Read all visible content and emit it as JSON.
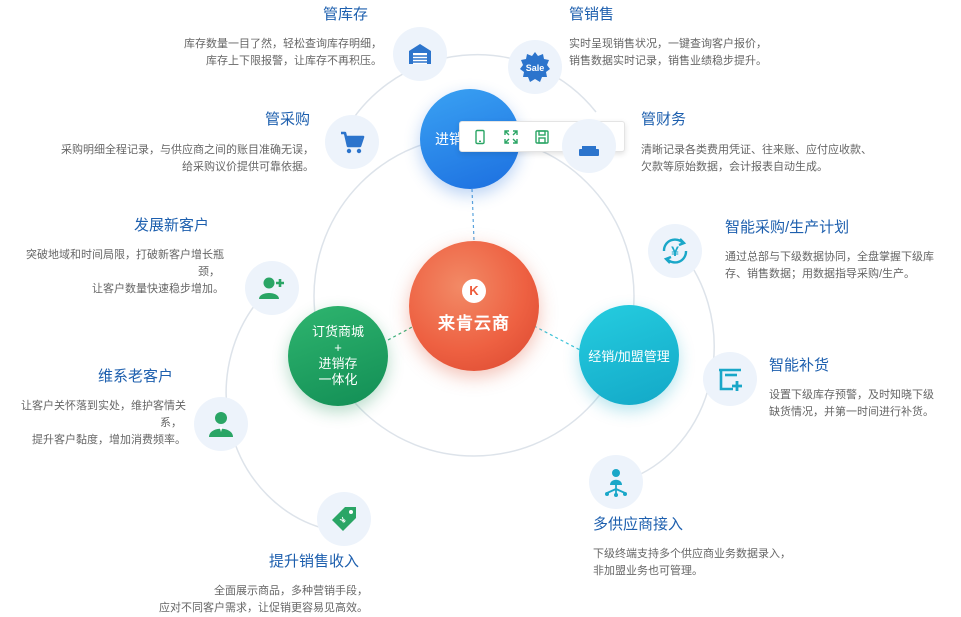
{
  "center": {
    "title": "来肯云商",
    "logo_letter": "K"
  },
  "hubs": {
    "top": {
      "label": "进销"
    },
    "left": {
      "line1": "订货商城",
      "line2": "+",
      "line3": "进销存",
      "line4": "一体化"
    },
    "right": {
      "label": "经销/加盟管理"
    }
  },
  "toolbar": {
    "tools": [
      "mobile-view-icon",
      "fullscreen-icon",
      "save-icon",
      "share-icon",
      "settings-icon"
    ]
  },
  "features": {
    "inventory": {
      "title": "管库存",
      "desc1": "库存数量一目了然，轻松查询库存明细，",
      "desc2": "库存上下限报警，让库存不再积压。",
      "icon": "warehouse-icon"
    },
    "sales": {
      "title": "管销售",
      "desc1": "实时呈现销售状况，一键查询客户报价，",
      "desc2": "销售数据实时记录，销售业绩稳步提升。",
      "icon": "sale-tag-icon",
      "icon_text": "Sale"
    },
    "purchase": {
      "title": "管采购",
      "desc1": "采购明细全程记录，与供应商之间的账目准确无误，",
      "desc2": "给采购议价提供可靠依据。",
      "icon": "shopping-cart-icon"
    },
    "finance": {
      "title": "管财务",
      "desc1": "清晰记录各类费用凭证、往来账、应付应收款、",
      "desc2": "欠款等原始数据，会计报表自动生成。",
      "icon": "finance-icon"
    },
    "new_customers": {
      "title": "发展新客户",
      "desc1": "突破地域和时间局限，打破新客户增长瓶",
      "desc2": "颈，",
      "desc3": "让客户数量快速稳步增加。",
      "icon": "add-user-icon"
    },
    "smart_purchase": {
      "title": "智能采购/生产计划",
      "desc1": "通过总部与下级数据协同，全盘掌握下级库",
      "desc2": "存、销售数据；用数据指导采购/生产。",
      "icon": "yen-sync-icon"
    },
    "old_customers": {
      "title": "维系老客户",
      "desc1": "让客户关怀落到实处，维护客情关",
      "desc2": "系，",
      "desc3": "提升客户黏度，增加消费频率。",
      "icon": "customer-icon"
    },
    "replenish": {
      "title": "智能补货",
      "desc1": "设置下级库存预警，及时知晓下级",
      "desc2": "缺货情况，并第一时间进行补货。",
      "icon": "replenish-icon"
    },
    "multi_supplier": {
      "title": "多供应商接入",
      "desc1": "下级终端支持多个供应商业务数据录入，",
      "desc2": "非加盟业务也可管理。",
      "icon": "supplier-network-icon"
    },
    "sales_growth": {
      "title": "提升销售收入",
      "desc1": "全面展示商品，多种营销手段，",
      "desc2": "应对不同客户需求，让促销更容易见高效。",
      "icon": "price-tag-icon"
    }
  },
  "colors": {
    "title_blue": "#1d5fae",
    "desc_gray": "#666666",
    "icon_blue": "#2c74cc",
    "icon_teal": "#1aa7c8",
    "icon_green": "#2aa565",
    "center_orange": "#ee6142",
    "hub_blue": "#1c6fe0",
    "hub_green": "#128e55",
    "hub_cyan": "#13a8c7"
  }
}
